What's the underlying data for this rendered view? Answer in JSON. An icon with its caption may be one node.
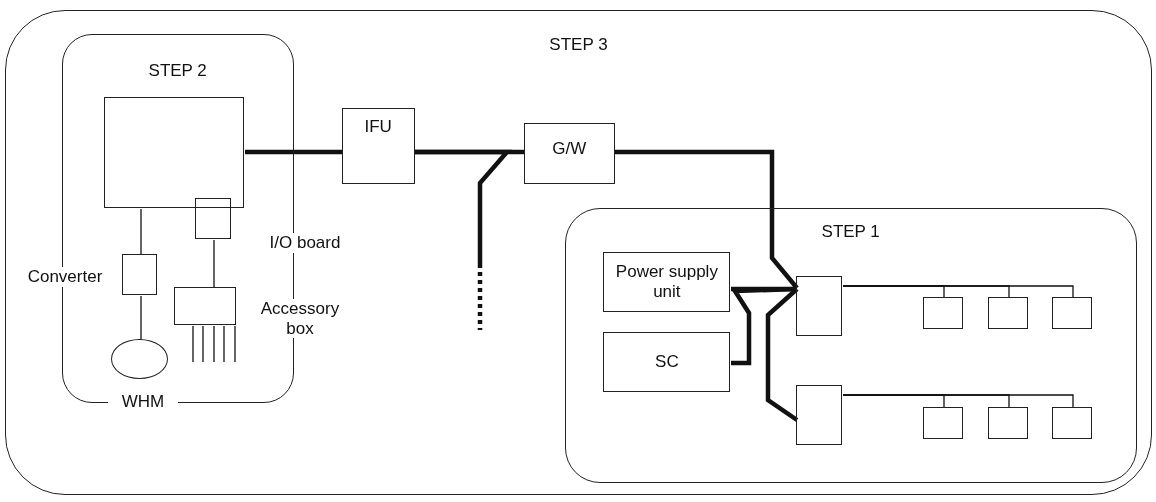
{
  "diagram": {
    "nodes": [
      {
        "text": [
          "STEP 3"
        ]
      },
      {
        "text": [
          "STEP 2"
        ],
        "in": 0
      },
      {
        "text": [],
        "shape": "box",
        "in": 1
      },
      {
        "text": [],
        "shape": "box",
        "in": 1,
        "beside": [
          "I/O board"
        ]
      },
      {
        "text": [],
        "shape": "box",
        "in": 1,
        "beside": [
          "Converter"
        ]
      },
      {
        "text": [],
        "shape": "ellipse",
        "in": 1,
        "beside": [
          "WHM"
        ]
      },
      {
        "text": [],
        "shape": "box",
        "in": 1,
        "beside": [
          "Accessory box"
        ]
      },
      {
        "text": [
          "IFU"
        ],
        "in": 0
      },
      {
        "text": [
          "G/W"
        ],
        "in": 0
      },
      {
        "text": [
          "STEP 1"
        ],
        "in": 0
      },
      {
        "text": [
          "Power supply unit"
        ],
        "in": 9
      },
      {
        "text": [
          "SC"
        ],
        "in": 9
      },
      {
        "text": [],
        "shape": "box",
        "in": 9
      },
      {
        "text": [],
        "shape": "box",
        "in": 9
      },
      {
        "text": [],
        "shape": "box",
        "in": 9
      },
      {
        "text": [],
        "shape": "box",
        "in": 9
      },
      {
        "text": [],
        "shape": "box",
        "in": 9
      },
      {
        "text": [],
        "shape": "box",
        "in": 9
      },
      {
        "text": [],
        "shape": "box",
        "in": 9
      },
      {
        "text": [],
        "shape": "box",
        "in": 9
      }
    ],
    "edges": [
      {
        "from": 2,
        "to": 7,
        "arrow": "none",
        "style": "thick"
      },
      {
        "from": 7,
        "to": 8,
        "arrow": "none",
        "style": "thick"
      },
      {
        "from": 7,
        "to": null,
        "arrow": "none",
        "style": "thick"
      },
      {
        "from": 8,
        "to": 12,
        "arrow": "none",
        "style": "thick"
      },
      {
        "from": 10,
        "to": 12,
        "arrow": "none",
        "style": "thick"
      },
      {
        "from": 11,
        "to": 12,
        "arrow": "none",
        "style": "thick"
      },
      {
        "from": 12,
        "to": 13,
        "arrow": "none",
        "style": "thick"
      },
      {
        "from": 2,
        "to": 4,
        "arrow": "none"
      },
      {
        "from": 4,
        "to": 5,
        "arrow": "none"
      },
      {
        "from": 3,
        "to": 6,
        "arrow": "none"
      },
      {
        "from": 12,
        "to": 14,
        "arrow": "none"
      },
      {
        "from": 12,
        "to": 15,
        "arrow": "none"
      },
      {
        "from": 12,
        "to": 16,
        "arrow": "none"
      },
      {
        "from": 13,
        "to": 17,
        "arrow": "none"
      },
      {
        "from": 13,
        "to": 18,
        "arrow": "none"
      },
      {
        "from": 13,
        "to": 19,
        "arrow": "none"
      }
    ]
  }
}
